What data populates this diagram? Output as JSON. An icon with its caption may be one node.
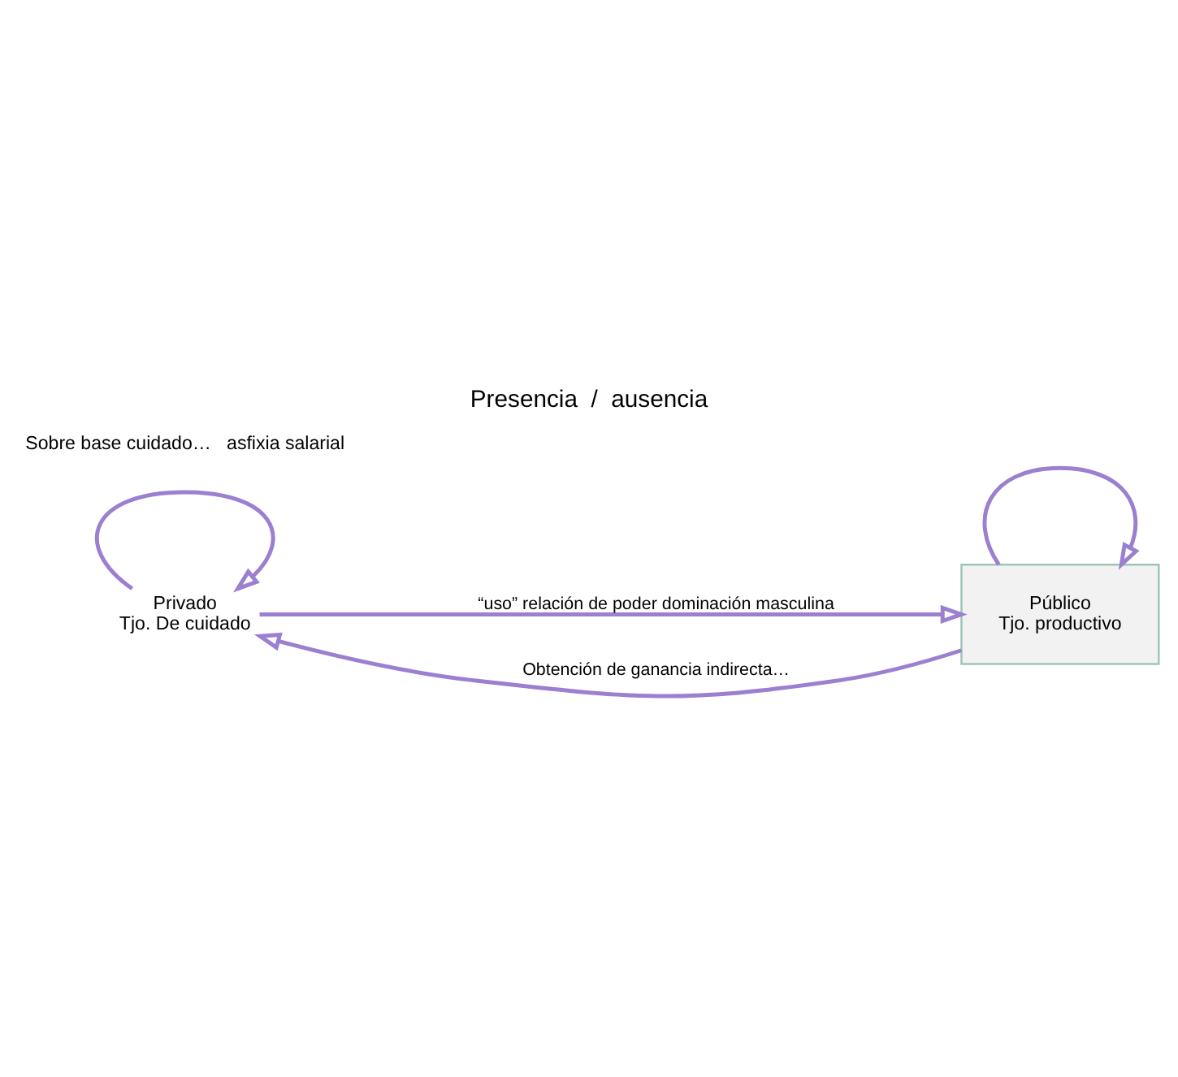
{
  "diagram": {
    "title": "Presencia  /  ausencia",
    "nodes": [
      {
        "text": [
          "Privado",
          "Tjo. De cuidado"
        ]
      },
      {
        "text": [
          "Público",
          "Tjo. productivo"
        ]
      }
    ],
    "edges": [
      {
        "from": 0,
        "to": 0,
        "arrow": "to"
      },
      {
        "from": 1,
        "to": 1,
        "arrow": "to"
      },
      {
        "from": 1,
        "to": 0,
        "arrow": "to",
        "label": "Obtención de ganancia indirecta…"
      },
      {
        "from": 0,
        "to": 1,
        "arrow": "to",
        "label": "“uso” relación de poder dominación masculina"
      }
    ],
    "labels": [
      "Sobre base cuidado…   asfixia salarial"
    ]
  }
}
